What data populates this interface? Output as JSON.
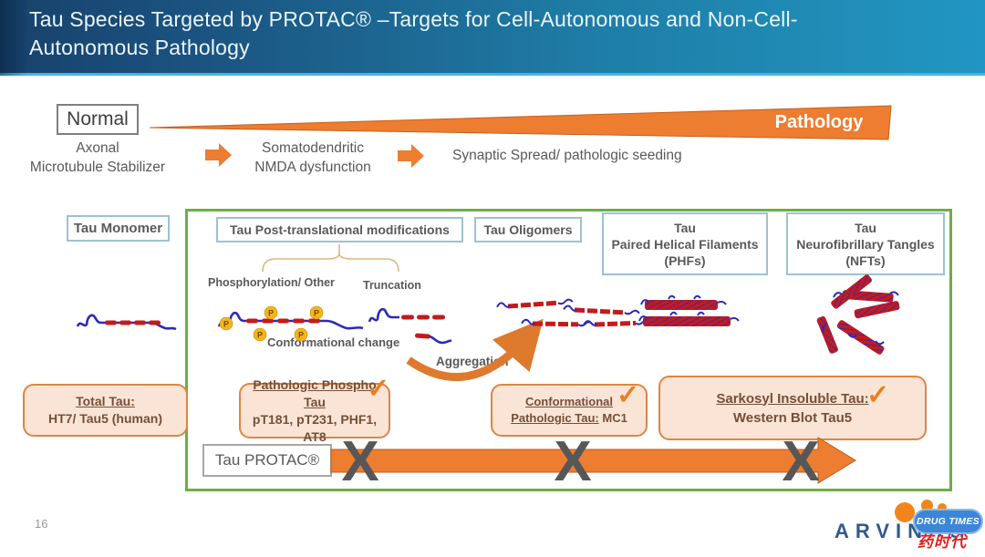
{
  "header": {
    "title_lines": [
      "Tau Species Targeted by PROTAC® –Targets for Cell-Autonomous and Non-Cell-",
      "Autonomous Pathology"
    ]
  },
  "spectrum": {
    "normal": "Normal",
    "pathology": "Pathology",
    "stage1": [
      "Axonal",
      "Microtubule Stabilizer"
    ],
    "stage2": [
      "Somatodendritic",
      "NMDA dysfunction"
    ],
    "stage3": "Synaptic Spread/ pathologic seeding"
  },
  "species": {
    "monomer": "Tau Monomer",
    "ptm": "Tau  Post-translational modifications",
    "oligomers": "Tau  Oligomers",
    "phf": [
      "Tau",
      "Paired Helical Filaments",
      "(PHFs)"
    ],
    "nft": [
      "Tau",
      "Neurofibrillary Tangles",
      "(NFTs)"
    ]
  },
  "annotations": {
    "phospho": "Phosphorylation/ Other",
    "truncation": "Truncation",
    "conformational": "Conformational change",
    "aggregation": "Aggregation",
    "phospho_p": "P"
  },
  "assays": {
    "total": {
      "title": "Total Tau:",
      "subtitle": "HT7/ Tau5 (human)"
    },
    "phospho": {
      "title": "Pathologic Phospho Tau",
      "subtitle": "pT181, pT231, PHF1, AT8",
      "check": "✓"
    },
    "conformational": {
      "title": "Conformational Pathologic Tau:",
      "value": "MC1",
      "check": "✓"
    },
    "sarkosyl": {
      "title": "Sarkosyl Insoluble Tau:",
      "subtitle": "Western Blot Tau5",
      "check": "✓"
    }
  },
  "protac": {
    "label": "Tau PROTAC®",
    "x": "X"
  },
  "footer": {
    "page_number": "16",
    "logo": "ARVINAS",
    "watermark_top": "DRUG TIMES",
    "watermark_bottom": "药时代"
  },
  "colors": {
    "orange": "#ED7D31",
    "green_border": "#6CAE44",
    "peach_fill": "#FAE4D5",
    "peach_border": "#DE8545",
    "header_blue_dark": "#17416B",
    "header_blue_light": "#2196C2",
    "box_border_blue": "#9CC2D4",
    "gray_text": "#595959",
    "tau_blue": "#2B2BBB",
    "tau_red": "#C41A1A"
  }
}
